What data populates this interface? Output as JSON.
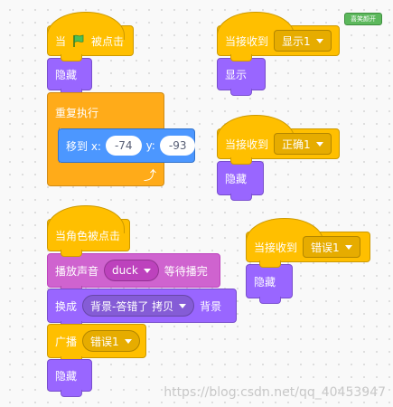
{
  "corner_badge": "喜笑颜开",
  "watermark": "https://blog.csdn.net/qq_40453947",
  "colors": {
    "events": "#ffbf00",
    "looks": "#9966ff",
    "control": "#ffab19",
    "motion": "#4c97ff",
    "sound": "#cf63cf"
  },
  "script1": {
    "when_flag_prefix": "当",
    "when_flag_icon": "green-flag-icon",
    "when_flag_suffix": "被点击",
    "hide": "隐藏",
    "forever": "重复执行",
    "goto_label": "移到 x:",
    "goto_x": "-74",
    "goto_y_label": "y:",
    "goto_y": "-93",
    "loop_icon": "loop-arrow-icon"
  },
  "script2": {
    "when_receive": "当接收到",
    "message": "显示1",
    "show": "显示"
  },
  "script3": {
    "when_receive": "当接收到",
    "message": "正确1",
    "hide": "隐藏"
  },
  "script4": {
    "when_clicked": "当角色被点击",
    "play_sound": "播放声音",
    "sound_name": "duck",
    "play_sound_suffix": "等待播完",
    "switch_backdrop": "换成",
    "backdrop_name": "背景-答错了 拷贝",
    "switch_backdrop_suffix": "背景",
    "broadcast": "广播",
    "broadcast_message": "错误1",
    "hide": "隐藏"
  },
  "script5": {
    "when_receive": "当接收到",
    "message": "错误1",
    "hide": "隐藏"
  }
}
